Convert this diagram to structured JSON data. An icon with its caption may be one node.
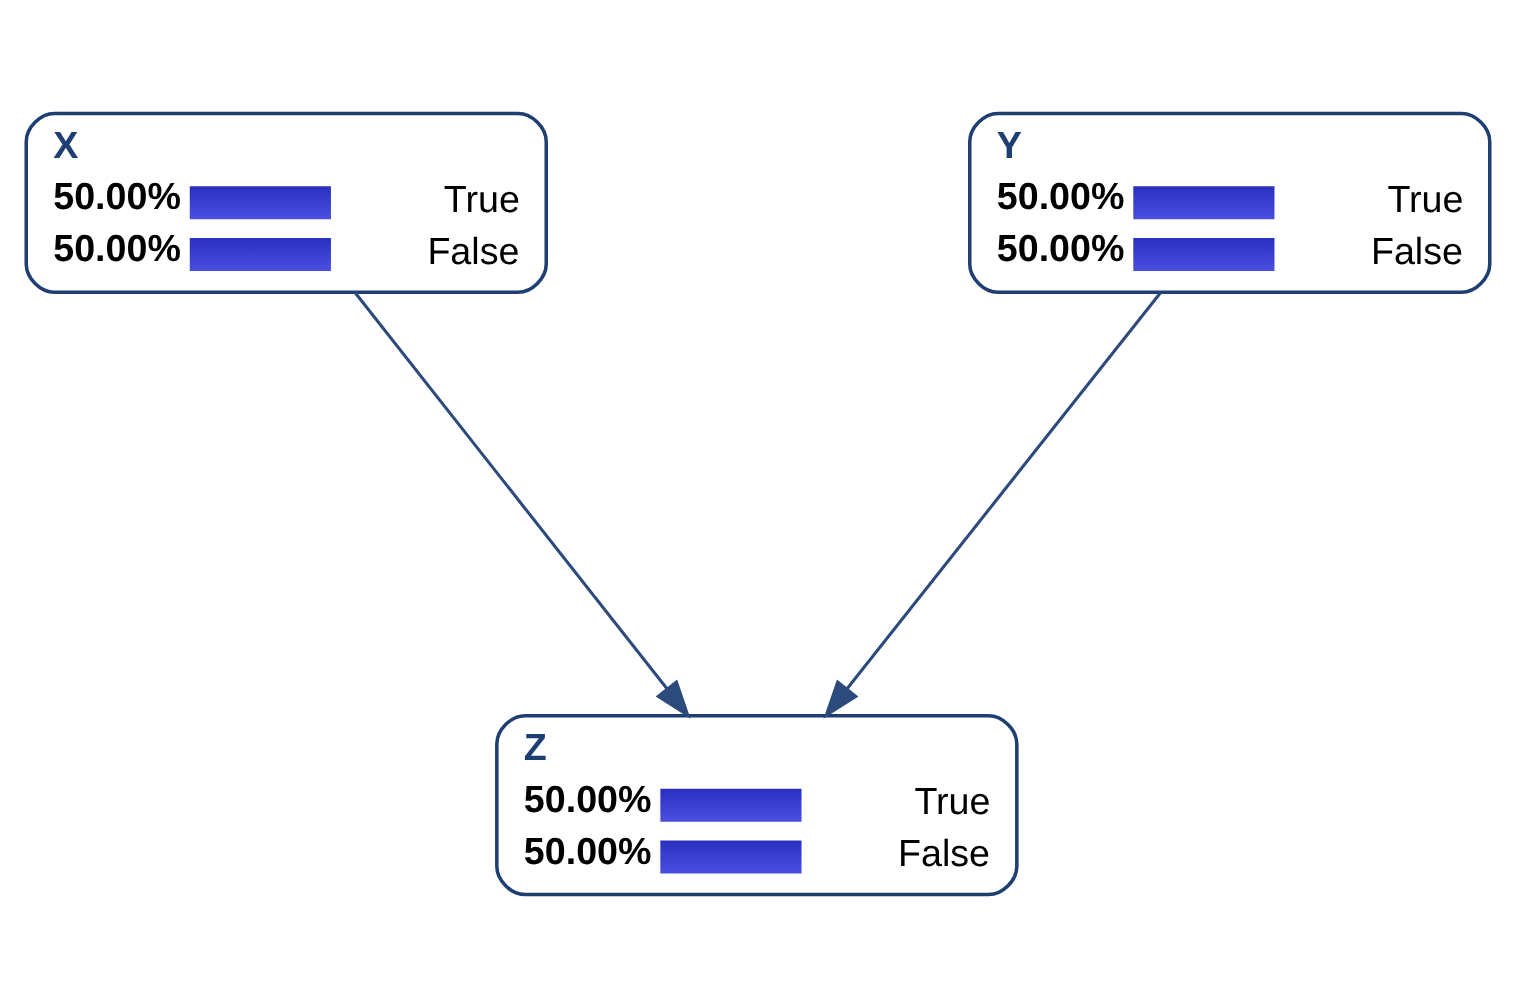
{
  "diagram": {
    "nodes": [
      {
        "text": [
          "X",
          "50.00%",
          "True",
          "50.00%",
          "False"
        ]
      },
      {
        "text": [
          "Y",
          "50.00%",
          "True",
          "50.00%",
          "False"
        ]
      },
      {
        "text": [
          "Z",
          "50.00%",
          "True",
          "50.00%",
          "False"
        ]
      }
    ],
    "edges": [
      {
        "from": 0,
        "to": 2,
        "arrow": "to"
      },
      {
        "from": 1,
        "to": 2,
        "arrow": "to"
      }
    ]
  }
}
